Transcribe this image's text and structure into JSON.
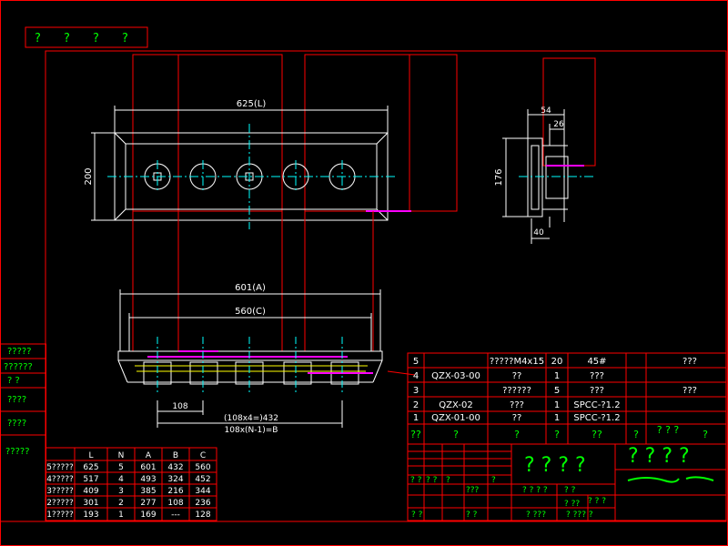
{
  "colors": {
    "background": "#000000",
    "border": "#ff0000",
    "dim_text": "#ffffff",
    "dim_line": "#ffffff",
    "table_text": "#ffffff",
    "glyph": "#00ff00",
    "part": "#ffffff",
    "outline": "#ff0000",
    "axis": "#00ffff",
    "hidden": "#ffff00",
    "highlight": "#ff00ff"
  },
  "corner_glyphs": [
    "?",
    "?",
    "?",
    "?"
  ],
  "front_view": {
    "width_label": "625(L)",
    "height_label": "200"
  },
  "side_view": {
    "dim_a": "54",
    "dim_b": "26",
    "dim_c": "176",
    "dim_d": "40"
  },
  "bottom_view": {
    "dim_a": "601(A)",
    "dim_c": "560(C)",
    "pitch": "108",
    "pitch_formula": "(108x4=)432",
    "pitch_n": "108x(N-1)=B"
  },
  "size_table": {
    "headers": [
      "",
      "L",
      "N",
      "A",
      "B",
      "C"
    ],
    "rows": [
      [
        "5?????",
        "625",
        "5",
        "601",
        "432",
        "560"
      ],
      [
        "4?????",
        "517",
        "4",
        "493",
        "324",
        "452"
      ],
      [
        "3?????",
        "409",
        "3",
        "385",
        "216",
        "344"
      ],
      [
        "2?????",
        "301",
        "2",
        "277",
        "108",
        "236"
      ],
      [
        "1?????",
        "193",
        "1",
        "169",
        "---",
        "128"
      ]
    ]
  },
  "left_labels": [
    "?????",
    "??????",
    "? ?",
    "????",
    "????",
    "?????"
  ],
  "parts_table": {
    "rows": [
      {
        "no": "5",
        "code": "",
        "name": "?????M4x15",
        "qty": "20",
        "mat": "45#",
        "note": "???"
      },
      {
        "no": "4",
        "code": "QZX-03-00",
        "name": "??",
        "qty": "1",
        "mat": "???",
        "note": ""
      },
      {
        "no": "3",
        "code": "",
        "name": "??????",
        "qty": "5",
        "mat": "???",
        "note": "???"
      },
      {
        "no": "2",
        "code": "QZX-02",
        "name": "???",
        "qty": "1",
        "mat": "SPCC-?1.2",
        "note": ""
      },
      {
        "no": "1",
        "code": "QZX-01-00",
        "name": "??",
        "qty": "1",
        "mat": "SPCC-?1.2",
        "note": ""
      }
    ],
    "header_cells": [
      "??",
      "?",
      "?",
      "?",
      "??",
      "?",
      "? ? ?",
      "?"
    ]
  },
  "title_block": {
    "small_glyphs": [
      "? ?",
      "? ?",
      "???",
      "?",
      "?",
      "? ? ? ?",
      "? ?",
      "? ? ?",
      "? ???",
      "? ??",
      "? ??? ?",
      "? ?",
      "? ?"
    ]
  }
}
